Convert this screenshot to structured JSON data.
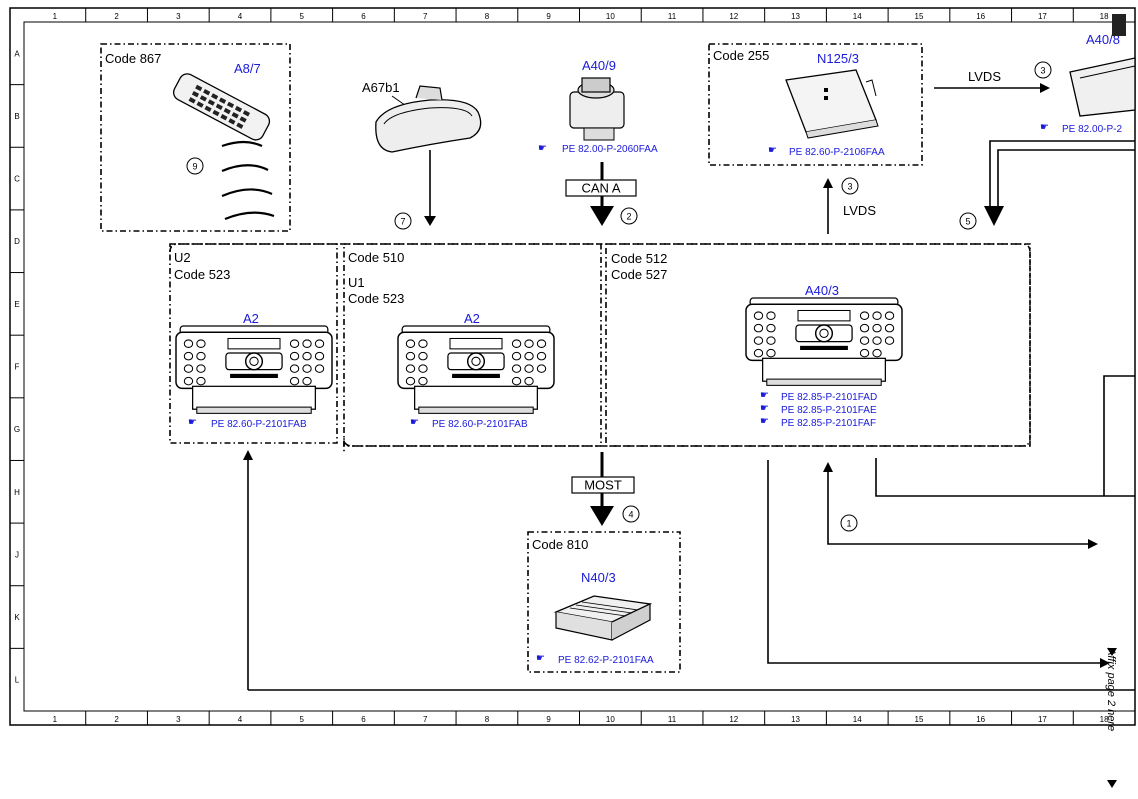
{
  "grid": {
    "columns": [
      "1",
      "2",
      "3",
      "4",
      "5",
      "6",
      "7",
      "8",
      "9",
      "10",
      "11",
      "12",
      "13",
      "14",
      "15",
      "16",
      "17",
      "18"
    ],
    "rows": [
      "A",
      "B",
      "C",
      "D",
      "E",
      "F",
      "G",
      "H",
      "J",
      "K",
      "L"
    ]
  },
  "components": {
    "remote": {
      "code": "Code 867",
      "id": "A8/7",
      "callout": "9"
    },
    "mirror": {
      "id": "A67b1"
    },
    "controller": {
      "id": "A40/9",
      "ref": "PE 82.00-P-2060FAA"
    },
    "n125": {
      "code": "Code 255",
      "id": "N125/3",
      "ref": "PE 82.60-P-2106FAA"
    },
    "display": {
      "id": "A40/8",
      "ref": "PE 82.00-P-2"
    },
    "radio_u2": {
      "line1": "U2",
      "line2": "Code 523",
      "id": "A2",
      "ref": "PE 82.60-P-2101FAB"
    },
    "radio_u1": {
      "line1": "Code 510",
      "line2": "U1",
      "line3": "Code 523",
      "id": "A2",
      "ref": "PE 82.60-P-2101FAB"
    },
    "headunit": {
      "line1": "Code 512",
      "line2": "Code 527",
      "id": "A40/3",
      "refs": [
        "PE 82.85-P-2101FAD",
        "PE 82.85-P-2101FAE",
        "PE 82.85-P-2101FAF"
      ]
    },
    "amp": {
      "code": "Code 810",
      "id": "N40/3",
      "ref": "PE 82.62-P-2101FAA"
    }
  },
  "buses": {
    "can": "CAN A",
    "most": "MOST",
    "lvds_top": "LVDS",
    "lvds_side": "LVDS"
  },
  "callouts": {
    "c1": "1",
    "c2": "2",
    "c3a": "3",
    "c3b": "3",
    "c4": "4",
    "c5": "5",
    "c7": "7"
  },
  "side_note": "Affix page 2 here"
}
